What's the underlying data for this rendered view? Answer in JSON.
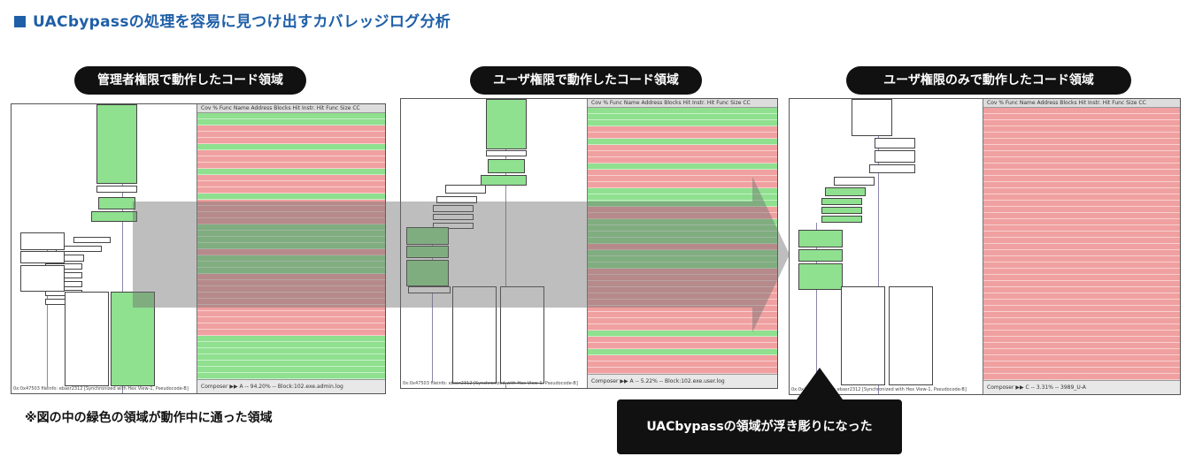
{
  "title": "UACbypassの処理を容易に見つけ出すカバレッジログ分析",
  "labels": {
    "admin": "管理者権限で動作したコード領域",
    "user": "ユーザ権限で動作したコード領域",
    "user_only": "ユーザ権限のみで動作したコード領域"
  },
  "note": "※図の中の緑色の領域が動作中に通った領域",
  "callout": "UACbypassの領域が浮き彫りになった",
  "table_header": "Cov %   Func Name              Address     Blocks Hit    Instr. Hit    Func Size   CC",
  "colors": {
    "green": "#8fe08f",
    "red": "#f0a0a0",
    "title_blue": "#1f5fa8"
  },
  "panels": [
    {
      "footer": "Composer  ▶▶                                    A -- 94.20% -- Block:102.exe.admin.log",
      "status": "0x:0x47503 fileinfo: ebasr2312 [Synchronized with Hex View-1, Pseudocode-B]",
      "rows": [
        "g",
        "g",
        "r",
        "r",
        "r",
        "g",
        "r",
        "r",
        "r",
        "g",
        "r",
        "r",
        "r",
        "g",
        "r",
        "r",
        "r",
        "r",
        "g",
        "g",
        "g",
        "g",
        "r",
        "g",
        "g",
        "g",
        "r",
        "r",
        "r",
        "r",
        "r",
        "r",
        "r",
        "r",
        "r",
        "r",
        "g",
        "g",
        "g",
        "g",
        "g",
        "g",
        "g",
        "g",
        "g",
        "g",
        "g",
        "g",
        "g",
        "g",
        "r",
        "r"
      ]
    },
    {
      "footer": "Composer  ▶▶                                    A -- 5.22% -- Block:102.exe.user.log",
      "status": "0x:0x47503 fileinfo: ebasr2312 [Synchronized with Hex View-1, Pseudocode-B]",
      "rows": [
        "g",
        "g",
        "g",
        "r",
        "r",
        "g",
        "r",
        "r",
        "r",
        "g",
        "r",
        "r",
        "r",
        "g",
        "g",
        "g",
        "r",
        "r",
        "g",
        "g",
        "g",
        "g",
        "r",
        "g",
        "g",
        "g",
        "r",
        "r",
        "r",
        "r",
        "r",
        "r",
        "r",
        "r",
        "r",
        "r",
        "g",
        "r",
        "r",
        "g",
        "r",
        "r",
        "r",
        "r",
        "r",
        "r",
        "r",
        "r",
        "r",
        "r",
        "r",
        "r"
      ]
    },
    {
      "footer": "Composer  ▶▶                                    C -- 3.31% -- 3989_U-A",
      "status": "0x:0x47503 fileinfo: ebasr2312 [Synchronized with Hex View-1, Pseudocode-B]",
      "rows": [
        "r",
        "r",
        "r",
        "r",
        "r",
        "r",
        "r",
        "r",
        "r",
        "r",
        "r",
        "r",
        "r",
        "r",
        "r",
        "r",
        "r",
        "r",
        "r",
        "r",
        "r",
        "r",
        "r",
        "r",
        "r",
        "r",
        "r",
        "r",
        "r",
        "r",
        "r",
        "r",
        "r",
        "r",
        "r",
        "r",
        "r",
        "r",
        "r",
        "r",
        "r",
        "r",
        "r",
        "r",
        "r",
        "r",
        "r",
        "r",
        "r",
        "r",
        "r",
        "r"
      ]
    }
  ]
}
